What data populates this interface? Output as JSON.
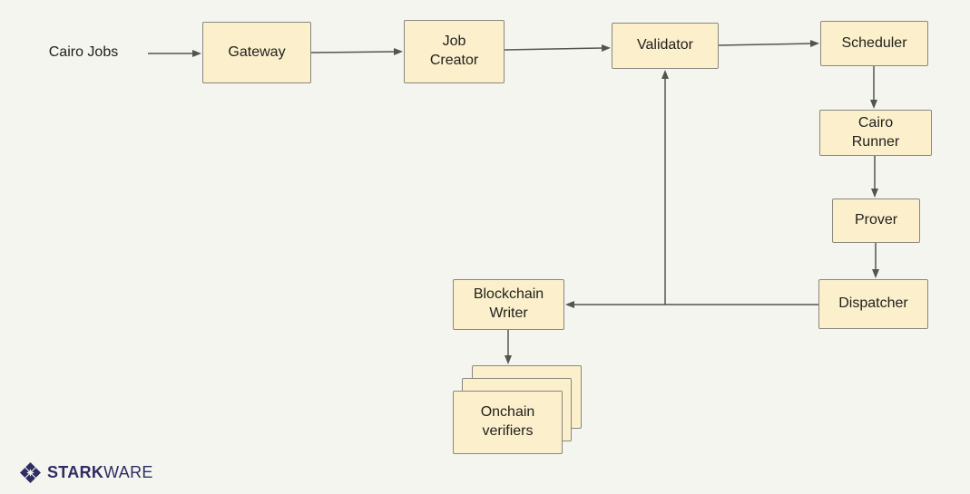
{
  "diagram": {
    "title_implicit": "StarkWare proving pipeline flowchart",
    "nodes": {
      "cairo_jobs": "Cairo Jobs",
      "gateway": "Gateway",
      "job_creator": "Job\nCreator",
      "validator": "Validator",
      "scheduler": "Scheduler",
      "cairo_runner": "Cairo\nRunner",
      "prover": "Prover",
      "dispatcher": "Dispatcher",
      "blockchain_writer": "Blockchain\nWriter",
      "onchain_verifiers": "Onchain\nverifiers"
    },
    "edges": [
      {
        "from": "cairo_jobs",
        "to": "gateway"
      },
      {
        "from": "gateway",
        "to": "job_creator"
      },
      {
        "from": "job_creator",
        "to": "validator"
      },
      {
        "from": "validator",
        "to": "scheduler"
      },
      {
        "from": "scheduler",
        "to": "cairo_runner"
      },
      {
        "from": "cairo_runner",
        "to": "prover"
      },
      {
        "from": "prover",
        "to": "dispatcher"
      },
      {
        "from": "dispatcher",
        "to": "blockchain_writer"
      },
      {
        "from": "dispatcher",
        "to": "validator"
      },
      {
        "from": "blockchain_writer",
        "to": "onchain_verifiers"
      }
    ],
    "colors": {
      "background": "#f4f5ef",
      "node_fill": "#fcf0cc",
      "node_border": "#88887f",
      "arrow": "#55554f",
      "text": "#21201c",
      "logo": "#2e2c63"
    }
  },
  "logo": {
    "bold": "STARK",
    "light": "WARE"
  }
}
